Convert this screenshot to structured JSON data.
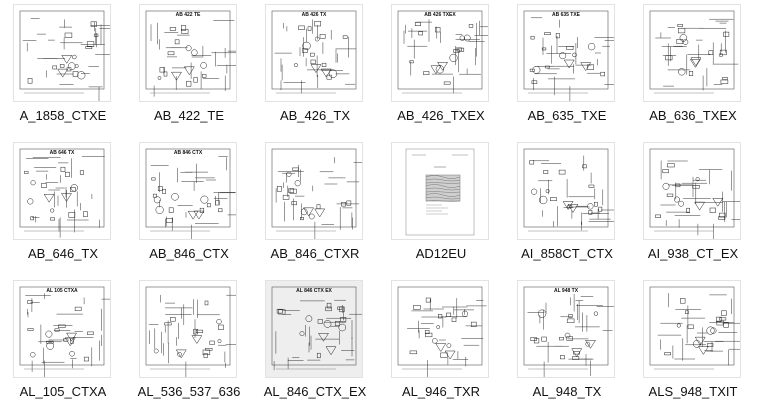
{
  "thumbnails": [
    {
      "label": "A_1858_CTXE",
      "header": "",
      "kind": "schematic"
    },
    {
      "label": "AB_422_TE",
      "header": "AB 422 TE",
      "kind": "schematic"
    },
    {
      "label": "AB_426_TX",
      "header": "AB 426 TX",
      "kind": "schematic"
    },
    {
      "label": "AB_426_TXEX",
      "header": "AB 426 TXEX",
      "kind": "schematic"
    },
    {
      "label": "AB_635_TXE",
      "header": "AB 635 TXE",
      "kind": "schematic"
    },
    {
      "label": "AB_636_TXEX",
      "header": "",
      "kind": "schematic"
    },
    {
      "label": "AB_646_TX",
      "header": "AB 646 TX",
      "kind": "schematic"
    },
    {
      "label": "AB_846_CTX",
      "header": "AB 846 CTX",
      "kind": "schematic"
    },
    {
      "label": "AB_846_CTXR",
      "header": "",
      "kind": "schematic"
    },
    {
      "label": "AD12EU",
      "header": "",
      "kind": "document"
    },
    {
      "label": "AI_858CT_CTX",
      "header": "",
      "kind": "schematic"
    },
    {
      "label": "AI_938_CT_EX",
      "header": "",
      "kind": "schematic"
    },
    {
      "label": "AL_105_CTXA",
      "header": "AL 105 CTXA",
      "kind": "schematic"
    },
    {
      "label": "AL_536_537_636",
      "header": "",
      "kind": "schematic"
    },
    {
      "label": "AL_846_CTX_EX",
      "header": "AL 846 CTX EX",
      "kind": "schematic-grey"
    },
    {
      "label": "AL_946_TXR",
      "header": "",
      "kind": "schematic"
    },
    {
      "label": "AL_948_TX",
      "header": "AL 948 TX",
      "kind": "schematic"
    },
    {
      "label": "ALS_948_TXIT",
      "header": "",
      "kind": "schematic"
    }
  ],
  "icon": "schematic-thumbnail-icon"
}
